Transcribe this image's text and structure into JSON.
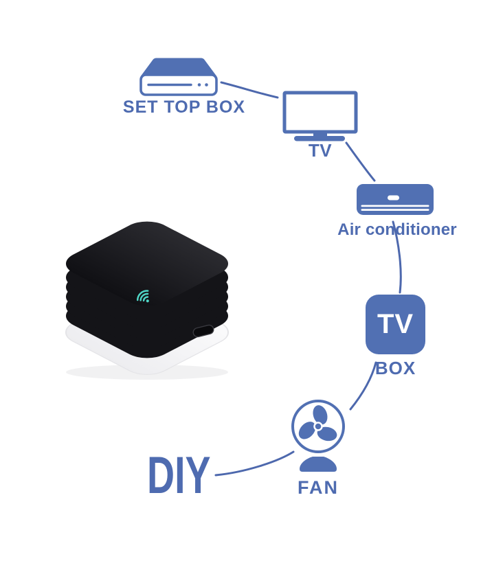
{
  "product_diagram": {
    "hub": {
      "name": "smart IR remote hub",
      "wifi_badge_icon": "wifi-icon",
      "port_icon": "micro-usb-port"
    },
    "nodes": {
      "set_top_box": {
        "icon": "set-top-box-icon",
        "label": "SET TOP BOX"
      },
      "tv": {
        "icon": "tv-icon",
        "label": "TV"
      },
      "air_conditioner": {
        "icon": "air-conditioner-icon",
        "label": "Air conditioner"
      },
      "tv_box": {
        "icon": "tv-box-icon",
        "icon_text": "TV",
        "label": "BOX"
      },
      "fan": {
        "icon": "fan-icon",
        "label": "FAN"
      },
      "diy": {
        "label": "DIY"
      }
    },
    "connectors": [
      "set-top-box to tv",
      "tv to air-conditioner",
      "air-conditioner to tv-box",
      "tv-box to fan",
      "diy to fan"
    ],
    "colors": {
      "background": "#ffffff",
      "accent_blue": "#5170b3",
      "line_blue": "#4d68ad",
      "wifi_teal": "#4fd6c6",
      "device_black": "#141418",
      "device_base_white": "#f4f4f6"
    }
  }
}
